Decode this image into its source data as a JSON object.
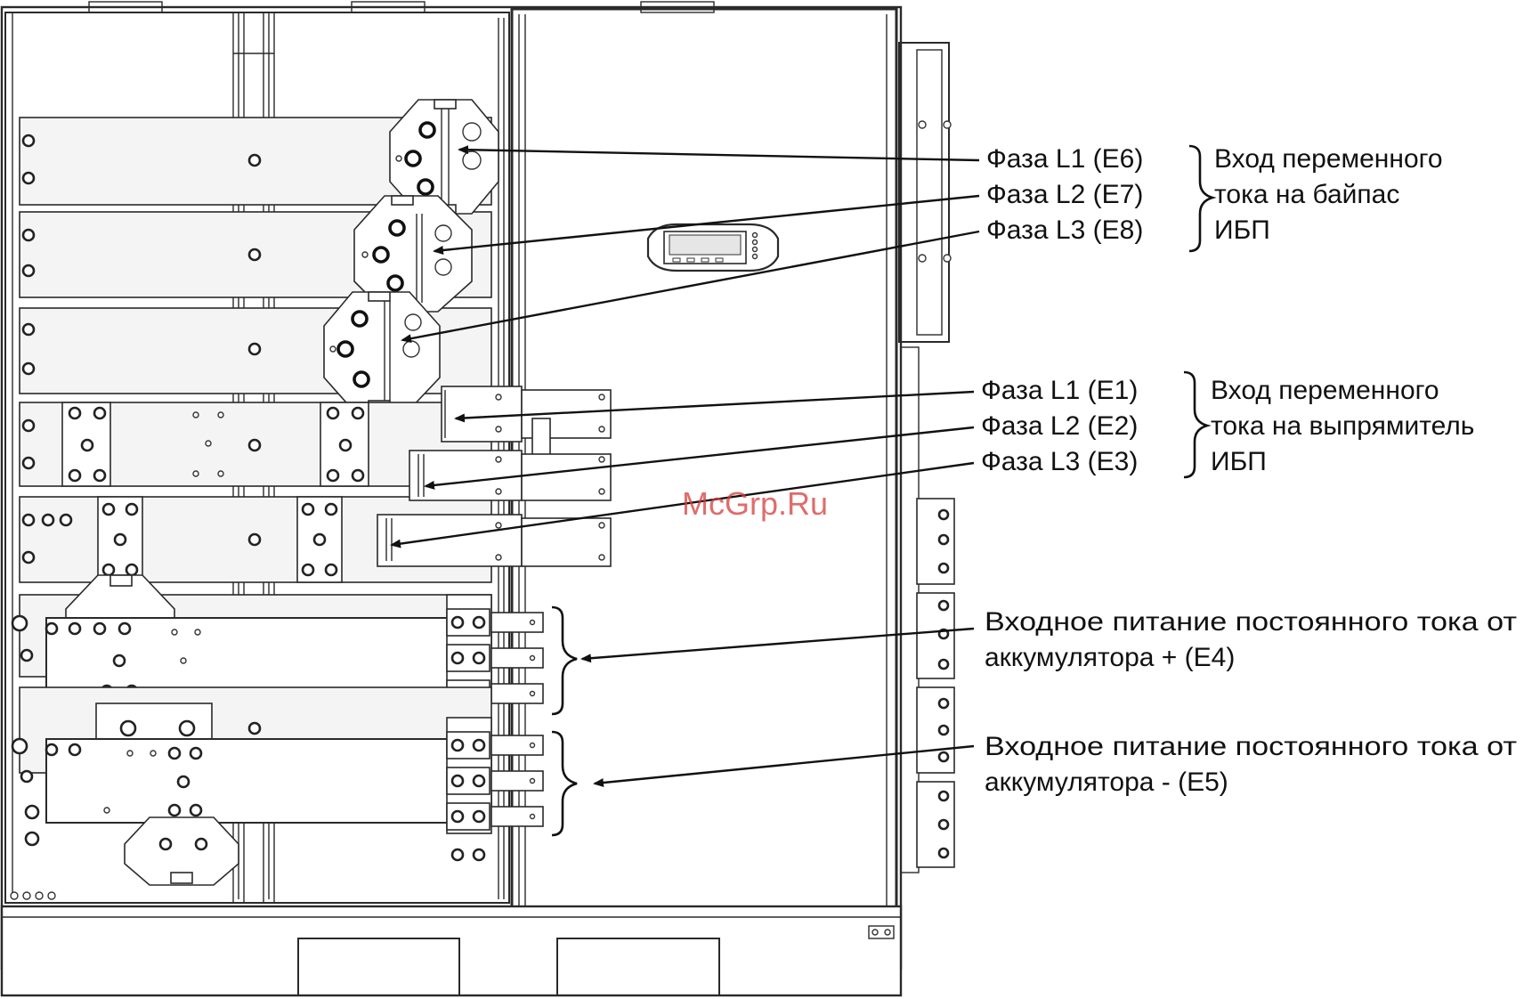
{
  "title": "",
  "watermark": "McGrp.Ru",
  "bypass": {
    "phases": [
      "Фаза L1 (E6)",
      "Фаза L2 (E7)",
      "Фаза L3 (E8)"
    ],
    "group_lines": [
      "Вход переменного",
      "тока на байпас",
      "ИБП"
    ]
  },
  "rectifier": {
    "phases": [
      "Фаза L1 (E1)",
      "Фаза L2 (E2)",
      "Фаза L3 (E3)"
    ],
    "group_lines": [
      "Вход переменного",
      "тока на выпрямитель",
      "ИБП"
    ]
  },
  "battery_plus": {
    "lines": [
      "Входное питание постоянного тока от",
      "аккумулятора + (E4)"
    ]
  },
  "battery_minus": {
    "lines": [
      "Входное питание постоянного тока от",
      "аккумулятора - (E5)"
    ]
  }
}
